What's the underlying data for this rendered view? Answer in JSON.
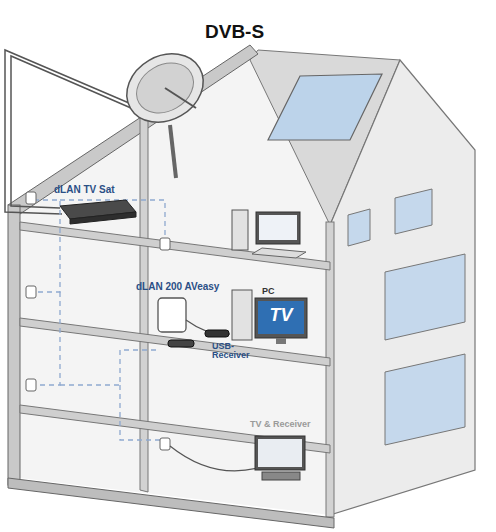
{
  "diagram": {
    "labels": [
      "DVB-S",
      "dLAN TV Sat",
      "dLAN 200 AVeasy",
      "PC",
      "TV",
      "USB-Receiver",
      "TV & Receiver"
    ]
  }
}
